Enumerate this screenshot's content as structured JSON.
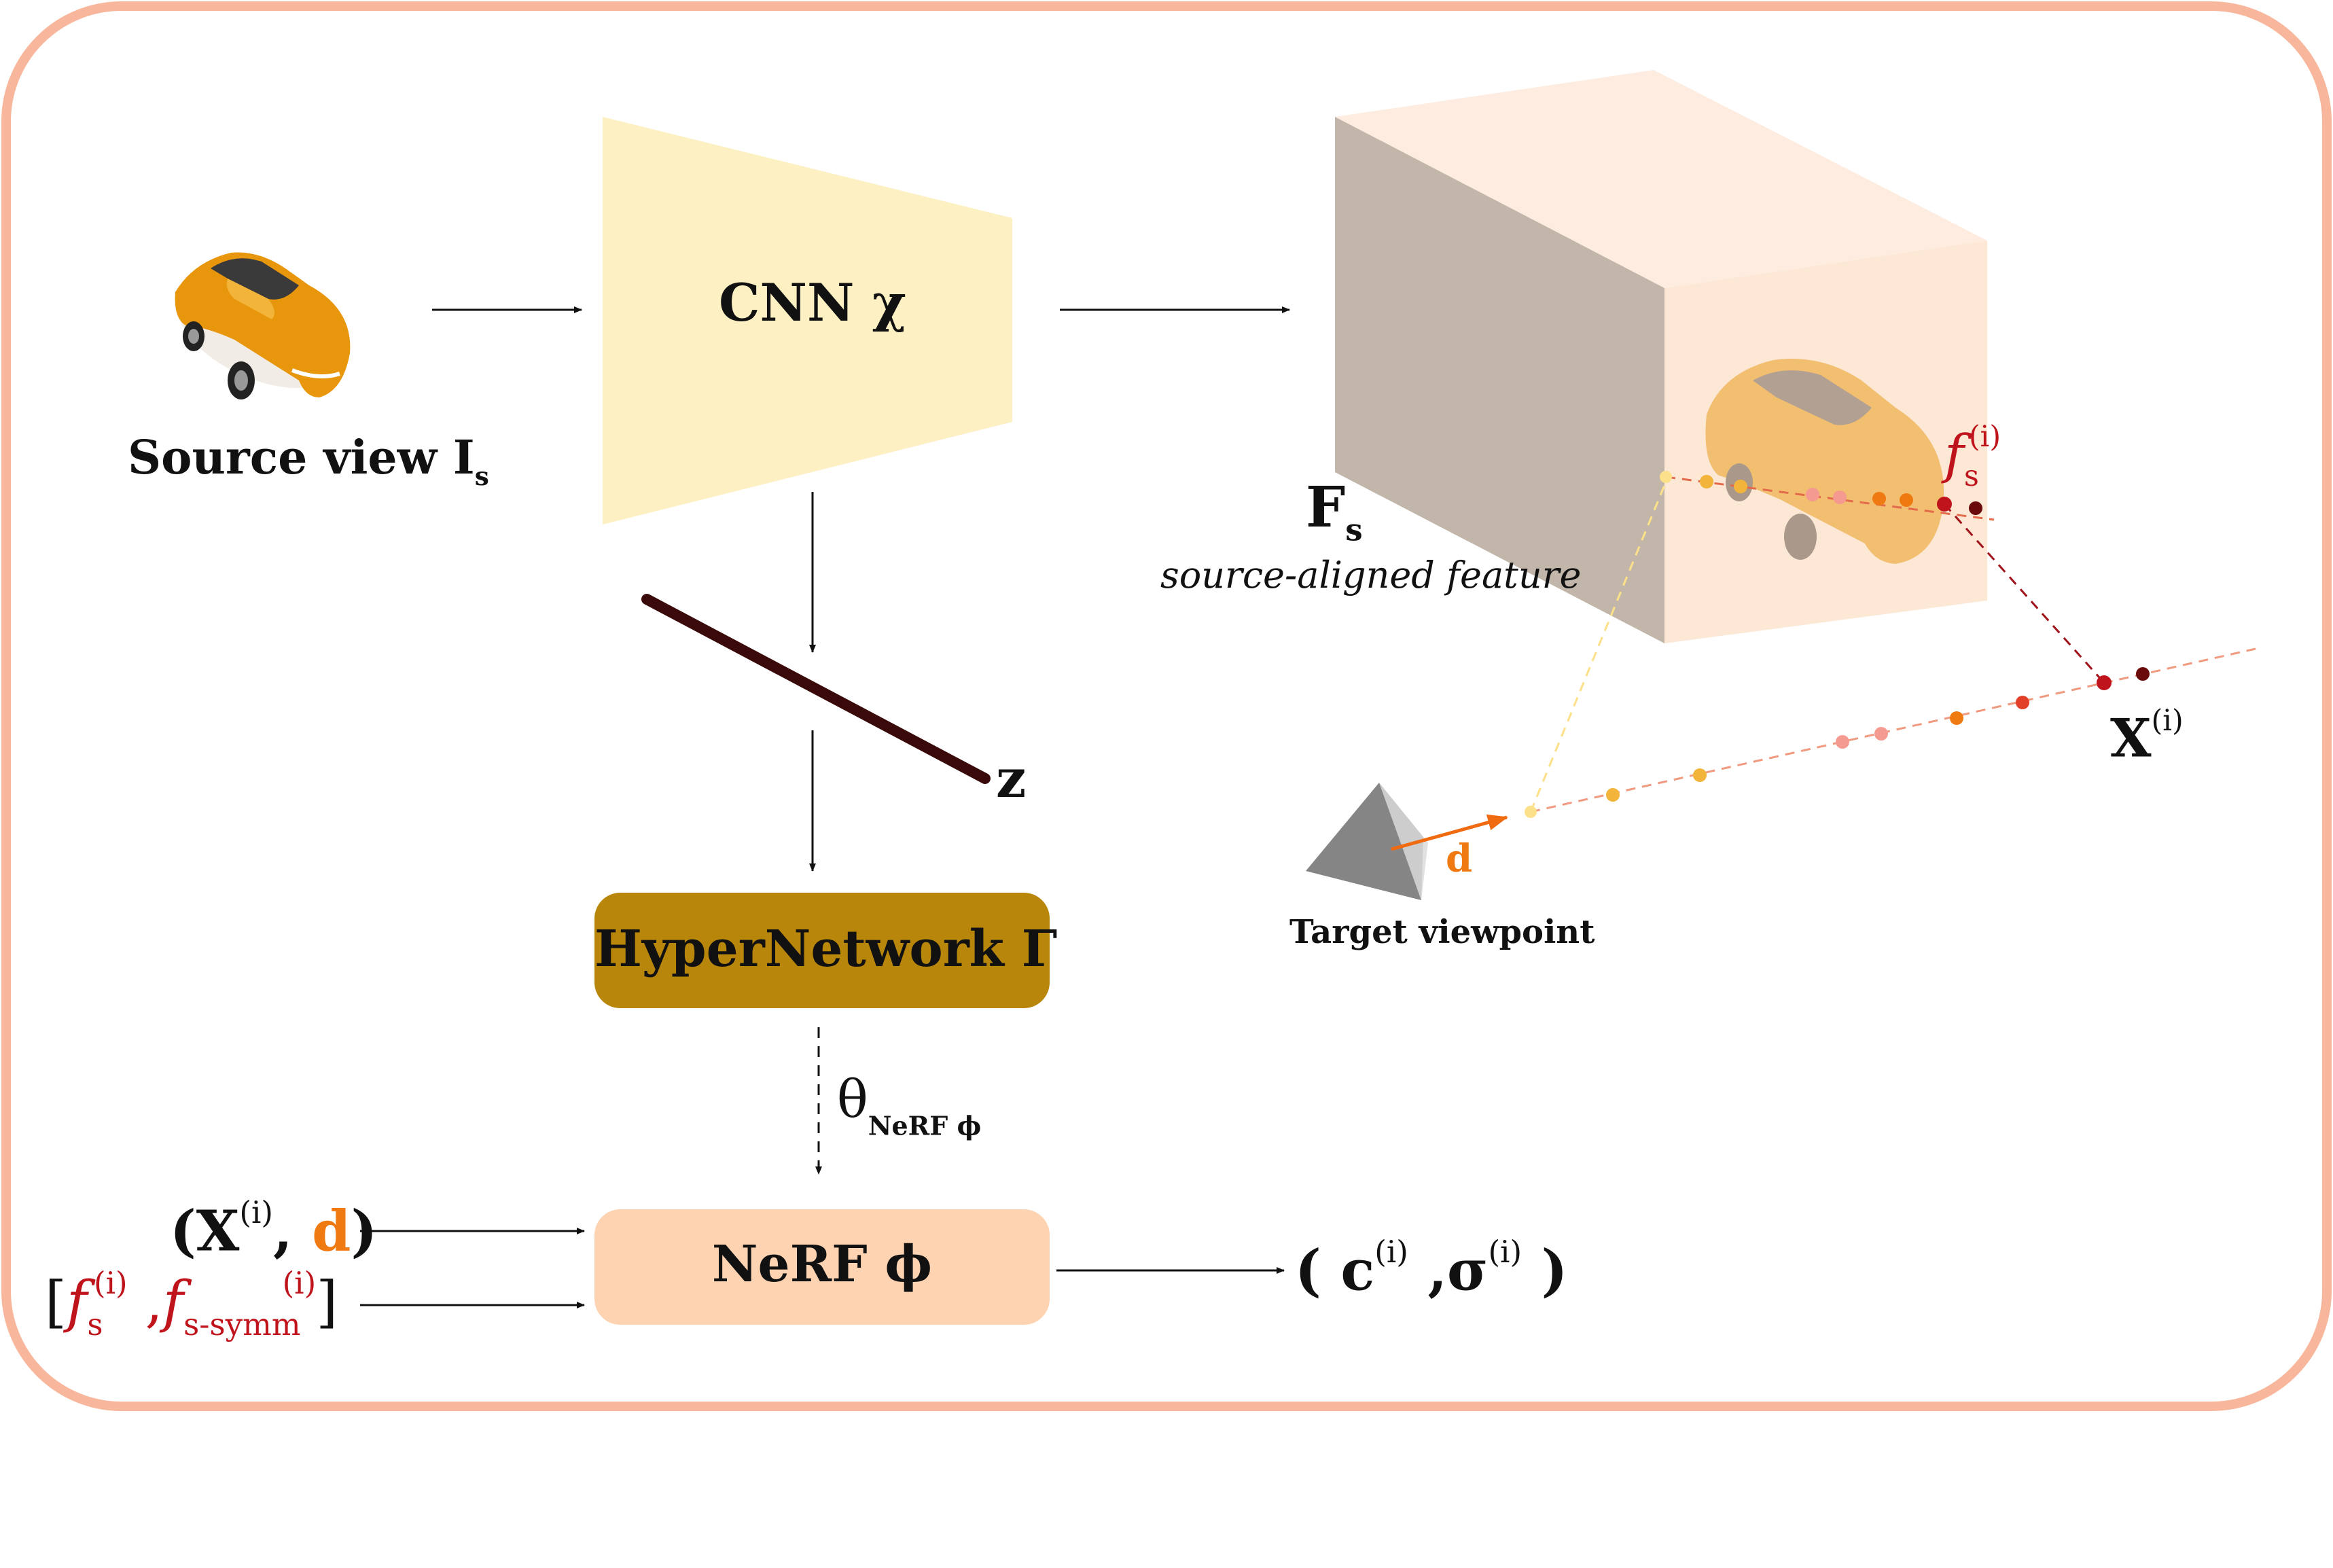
{
  "source": {
    "label": "Source view I",
    "label_sub": "s"
  },
  "cnn": {
    "label": "CNN χ"
  },
  "feature": {
    "label": "F",
    "label_sub": "s",
    "caption": "source-aligned feature"
  },
  "sample_feature": {
    "base": "f",
    "sub": "s",
    "sup": "(i)"
  },
  "point": {
    "label": "X",
    "sup": "(i)"
  },
  "latent": {
    "label": "z"
  },
  "target": {
    "label": "Target viewpoint",
    "direction_label": "d"
  },
  "hypernetwork": {
    "label": "HyperNetwork Γ"
  },
  "params": {
    "label": "θ",
    "sub": "NeRF ϕ"
  },
  "nerf": {
    "label": "NeRF ϕ"
  },
  "input1": {
    "open": "(X",
    "sup": "(i)",
    "comma": ", ",
    "d": "d",
    "close": ")"
  },
  "input2": {
    "open": "[",
    "f1": "f",
    "f1_sub": "s",
    "f1_sup": "(i)",
    "comma": " ,",
    "f2": "f",
    "f2_sub": "s-symm",
    "f2_sup": "(i)",
    "close": "]"
  },
  "output": {
    "open": "( c",
    "c_sup": "(i)",
    "comma": " ,",
    "sigma": "σ",
    "sigma_sup": "(i)",
    "close": " )"
  },
  "colors": {
    "frame": "#f8b79c",
    "cnn_fill": "#fdf0c2",
    "cube_front": "#fde8d6",
    "cube_side": "#c1b6a9",
    "cube_top": "#fdecdf",
    "hypernetwork_fill": "#b8860b",
    "nerf_fill": "#fdd3b2",
    "ray_red": "#c0141c",
    "ray_orange": "#f07a12",
    "direction": "#f06a10",
    "latent_bar": "#3a0a0a"
  }
}
